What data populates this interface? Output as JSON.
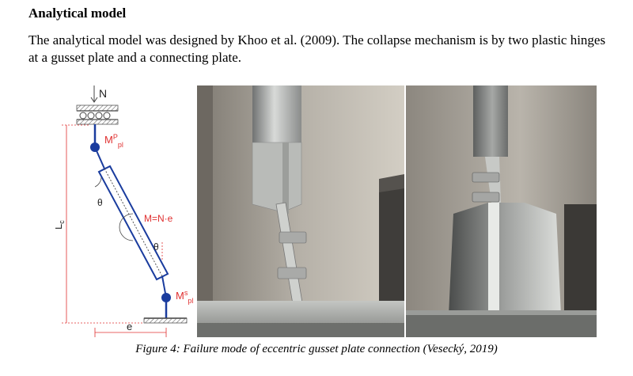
{
  "section": {
    "heading": "Analytical model",
    "paragraph": "The analytical model was designed by Khoo et al. (2009). The collapse mechanism is by two plastic hinges at a gusset plate and a connecting plate."
  },
  "diagram": {
    "load_label": "N",
    "top_hinge_label": "M",
    "top_hinge_sup": "P",
    "top_hinge_sub": "pl",
    "bottom_hinge_label": "M",
    "bottom_hinge_sup": "s",
    "bottom_hinge_sub": "pl",
    "angle_label_top": "θ",
    "angle_label_bottom": "θ",
    "moment_label": "M=N·e",
    "length_label": "L",
    "length_sub": "c",
    "eccentricity_label": "e"
  },
  "figure": {
    "caption": "Figure 4: Failure mode of eccentric gusset plate connection (Vesecký, 2019)"
  },
  "colors": {
    "member_blue": "#1a3c9e",
    "dimension_red": "#e03030",
    "support_gray": "#666666"
  }
}
